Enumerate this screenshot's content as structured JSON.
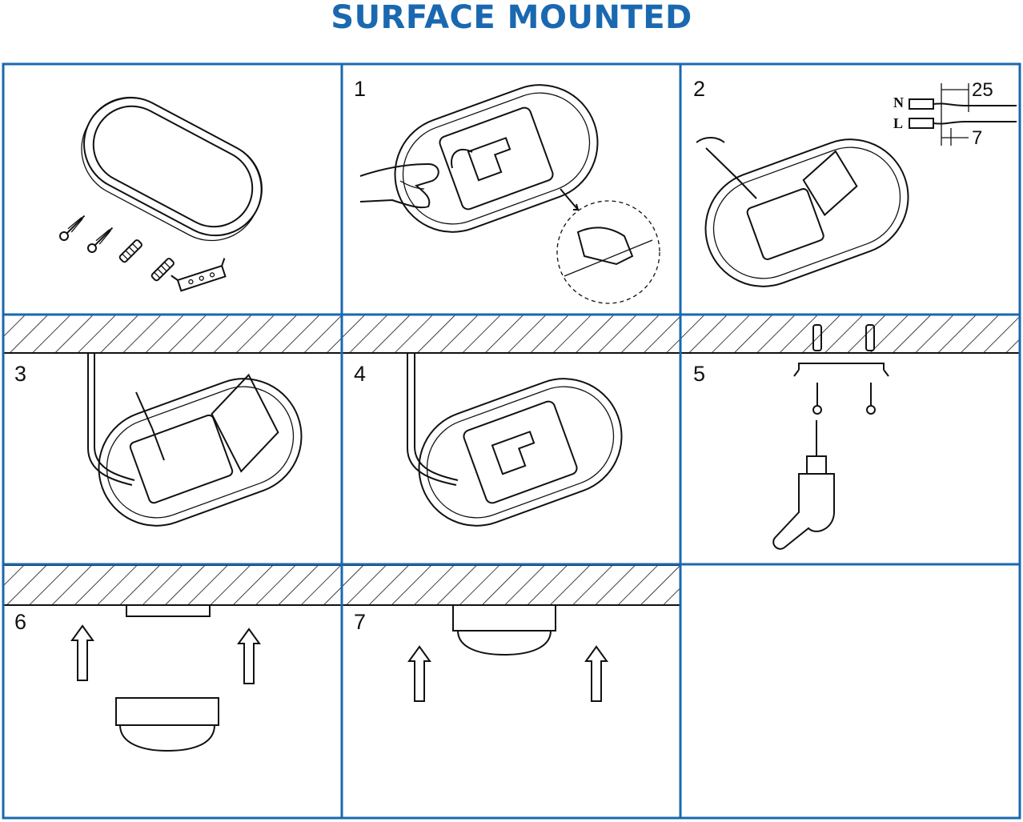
{
  "title": "SURFACE MOUNTED",
  "colors": {
    "title": "#1a68b0",
    "frame": "#1a68b0",
    "line": "#111111"
  },
  "steps": [
    {
      "number": "1"
    },
    {
      "number": "2"
    },
    {
      "number": "3"
    },
    {
      "number": "4"
    },
    {
      "number": "5"
    },
    {
      "number": "6"
    },
    {
      "number": "7"
    }
  ],
  "wiring": {
    "neutral": "N",
    "live": "L",
    "strip_length": "25",
    "strip_tip": "7"
  }
}
